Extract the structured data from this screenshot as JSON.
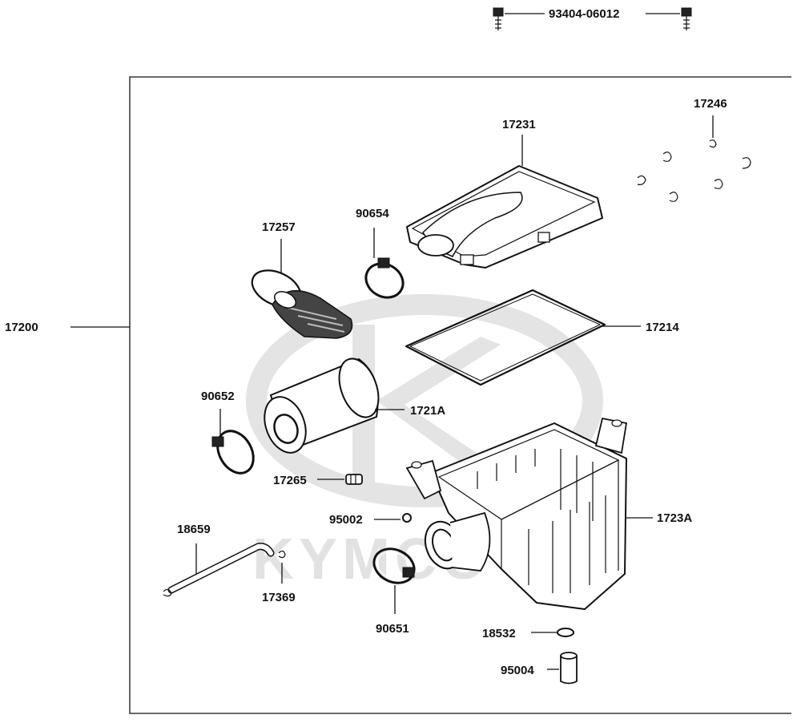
{
  "watermark": {
    "text": "KYMCO"
  },
  "assembly": {
    "label": "17200"
  },
  "screw_pair": {
    "label": "93404-06012"
  },
  "parts": {
    "p17246": "17246",
    "p17231": "17231",
    "p90654": "90654",
    "p17257": "17257",
    "p17214": "17214",
    "p90652": "90652",
    "p1721A": "1721A",
    "p17265": "17265",
    "p95002": "95002",
    "p1723A": "1723A",
    "p18659": "18659",
    "p17369": "17369",
    "p90651": "90651",
    "p18532": "18532",
    "p95004": "95004"
  }
}
